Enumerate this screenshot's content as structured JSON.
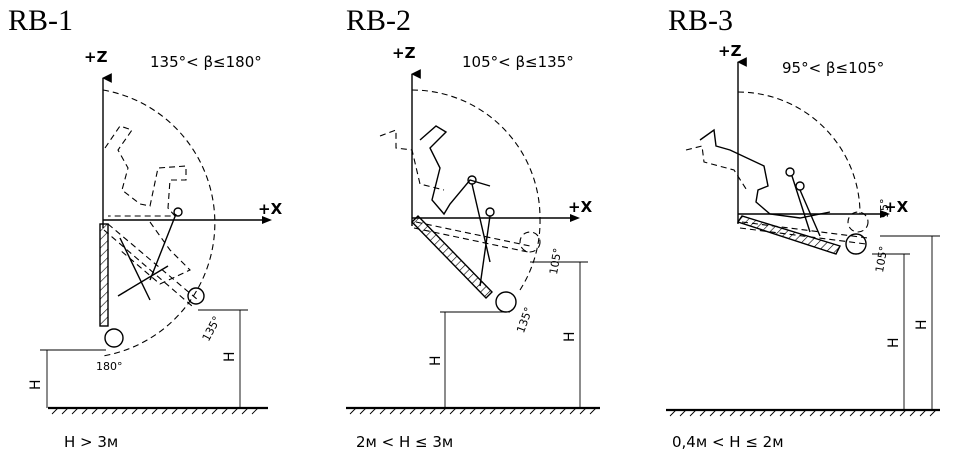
{
  "panels": [
    {
      "title": "RB-1",
      "angle_range": "135°< β≤180°",
      "height_condition": "H > 3м",
      "axis_z": "+Z",
      "axis_x": "+X",
      "height_label": "H",
      "angles": [
        "180°",
        "135°"
      ]
    },
    {
      "title": "RB-2",
      "angle_range": "105°< β≤135°",
      "height_condition": "2м < H ≤ 3м",
      "axis_z": "+Z",
      "axis_x": "+X",
      "height_label": "H",
      "angles": [
        "105°",
        "135°"
      ]
    },
    {
      "title": "RB-3",
      "angle_range": "95°< β≤105°",
      "height_condition": "0,4м < H ≤ 2м",
      "axis_z": "+Z",
      "axis_x": "+X",
      "height_label": "H",
      "angles": [
        "95°",
        "105°"
      ]
    }
  ]
}
